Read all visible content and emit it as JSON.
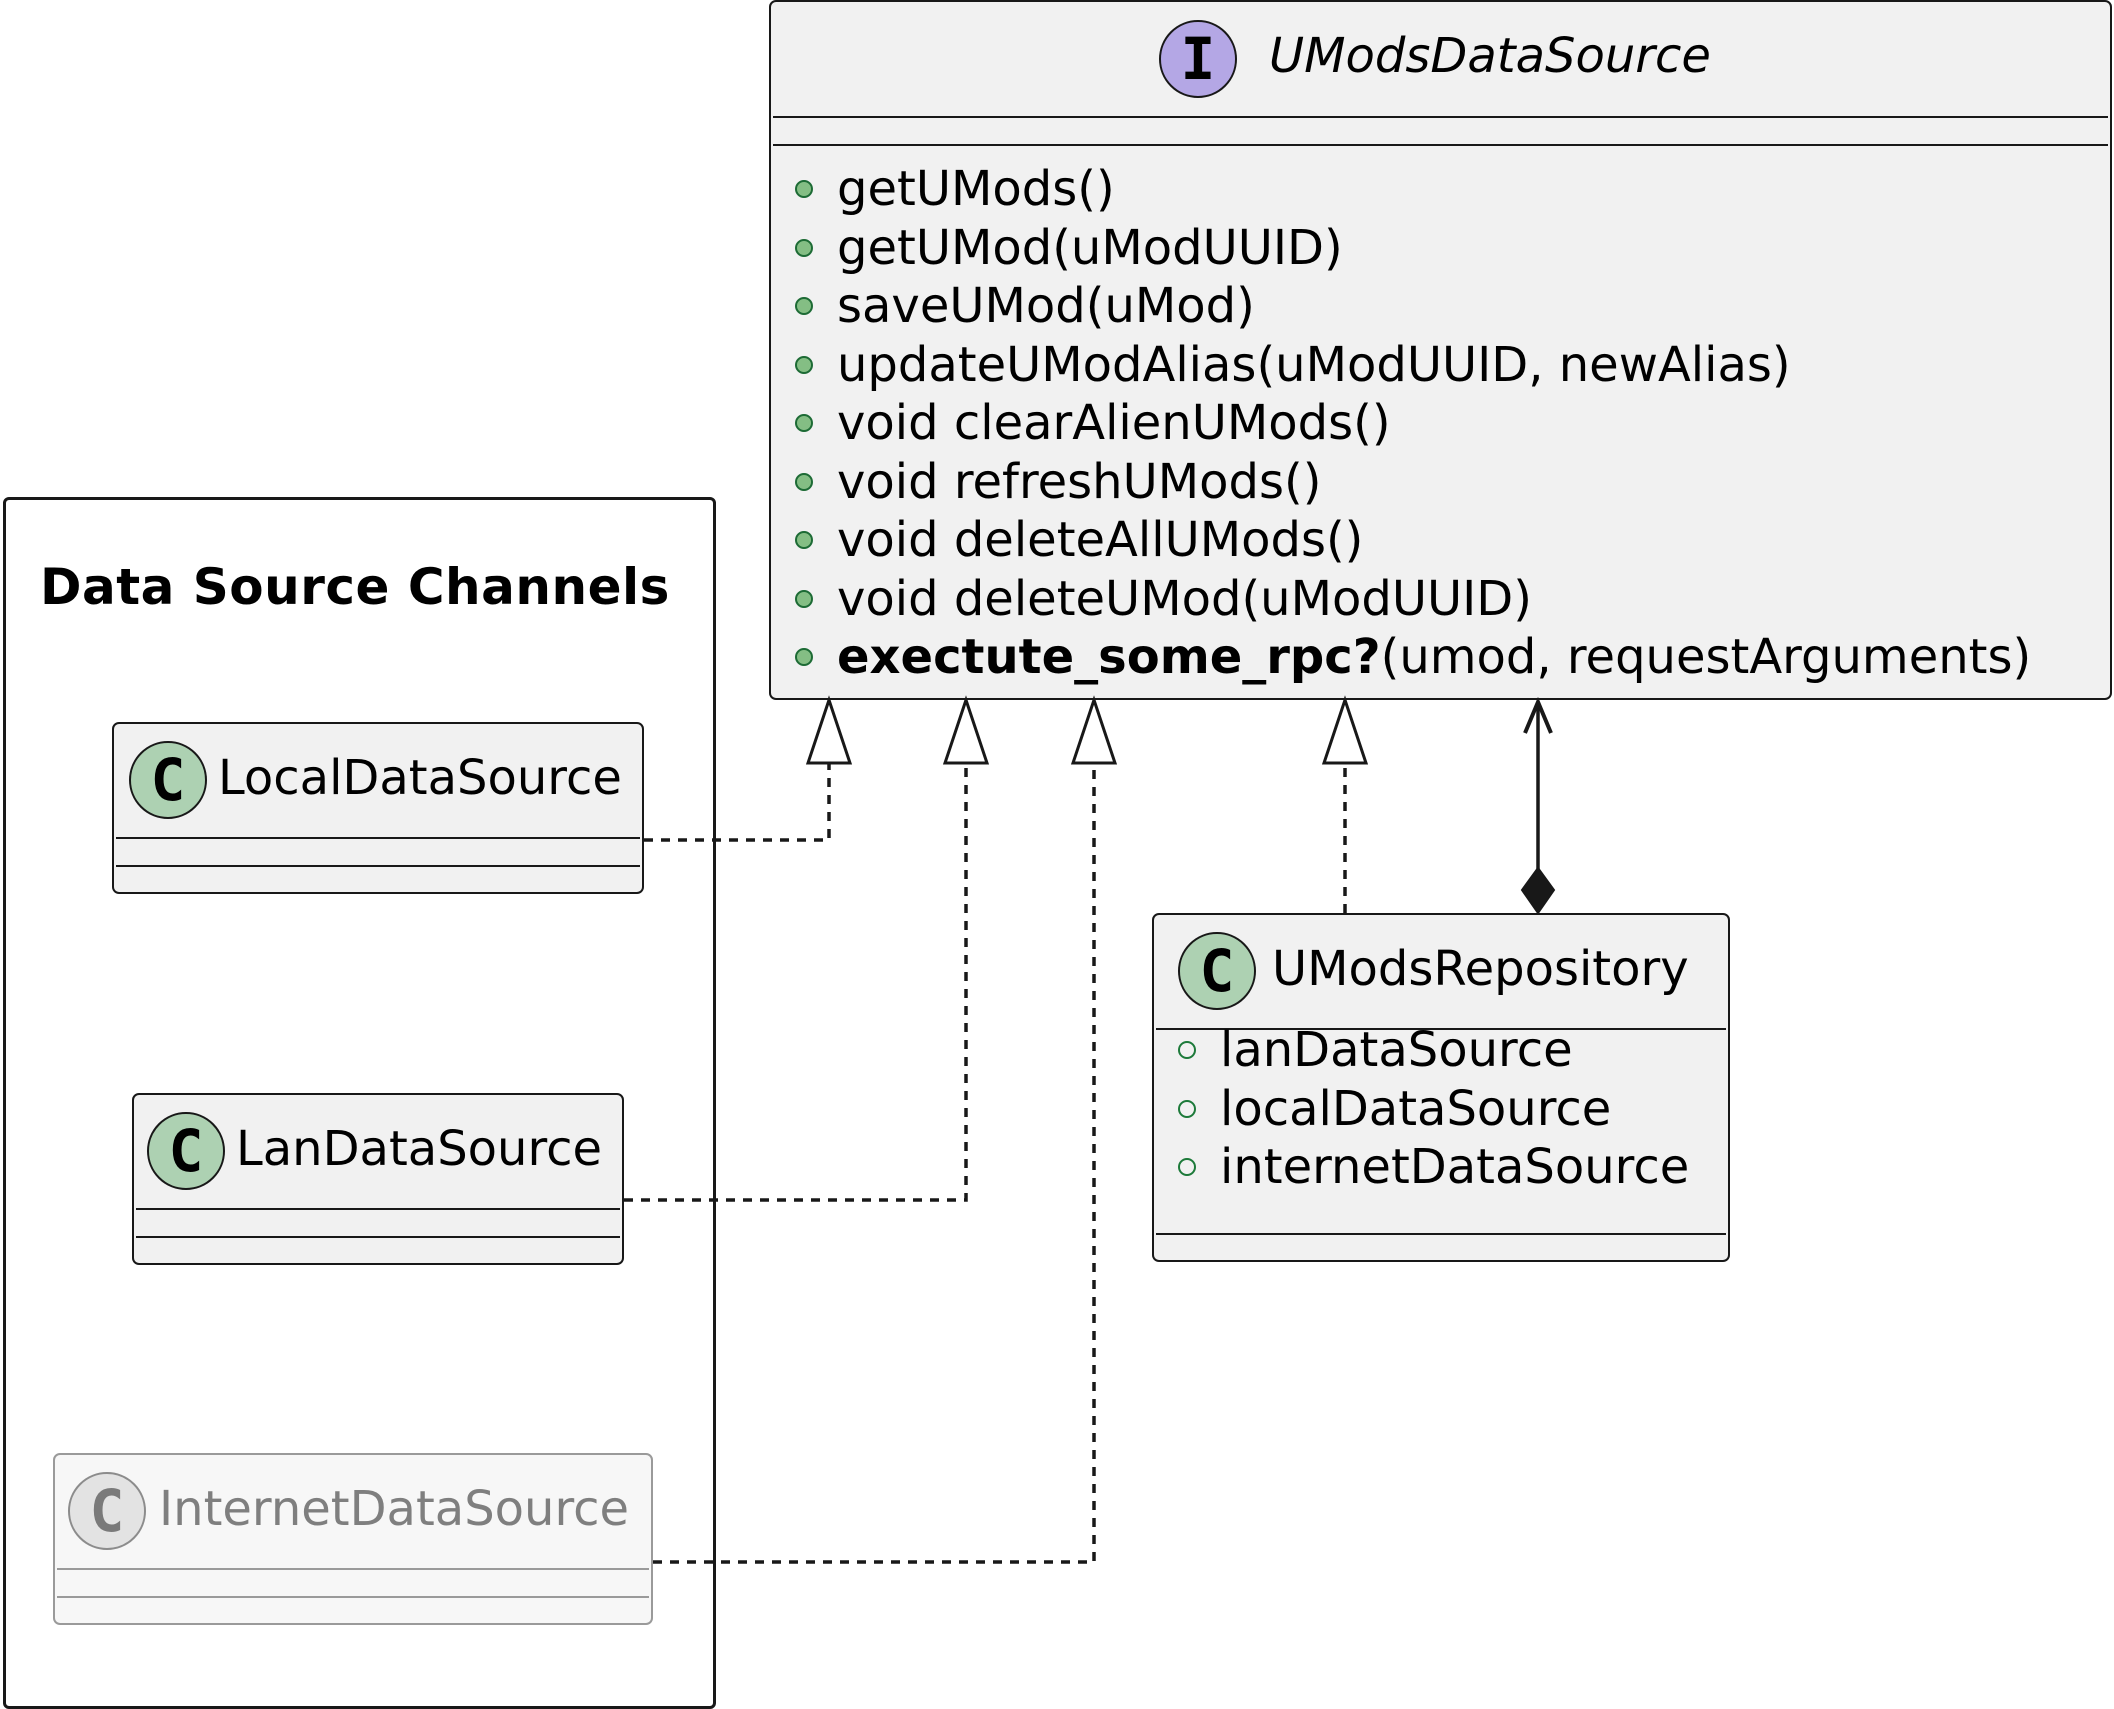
{
  "package": {
    "title": "Data Source Channels"
  },
  "interface": {
    "stereotype_letter": "I",
    "name": "UModsDataSource",
    "methods": [
      {
        "name": "getUMods()",
        "suffix": ""
      },
      {
        "name": "getUMod(uModUUID)",
        "suffix": ""
      },
      {
        "name": "saveUMod(uMod)",
        "suffix": ""
      },
      {
        "name": "updateUModAlias(uModUUID, newAlias)",
        "suffix": ""
      },
      {
        "name": "void clearAlienUMods()",
        "suffix": ""
      },
      {
        "name": "void refreshUMods()",
        "suffix": ""
      },
      {
        "name": "void deleteAllUMods()",
        "suffix": ""
      },
      {
        "name": "void deleteUMod(uModUUID)",
        "suffix": ""
      },
      {
        "name": "exectute_some_rpc?",
        "suffix": "(umod, requestArguments)"
      }
    ]
  },
  "classes": {
    "local": {
      "stereotype_letter": "C",
      "name": "LocalDataSource"
    },
    "lan": {
      "stereotype_letter": "C",
      "name": "LanDataSource"
    },
    "internet": {
      "stereotype_letter": "C",
      "name": "InternetDataSource"
    },
    "repository": {
      "stereotype_letter": "C",
      "name": "UModsRepository",
      "fields": [
        "lanDataSource",
        "localDataSource",
        "internetDataSource"
      ]
    }
  },
  "colors": {
    "class_badge": "#add1b2",
    "interface_badge": "#b4a7e5",
    "box_fill": "#f1f1f1",
    "line": "#181818",
    "ghost_text": "#7f7f7f"
  }
}
